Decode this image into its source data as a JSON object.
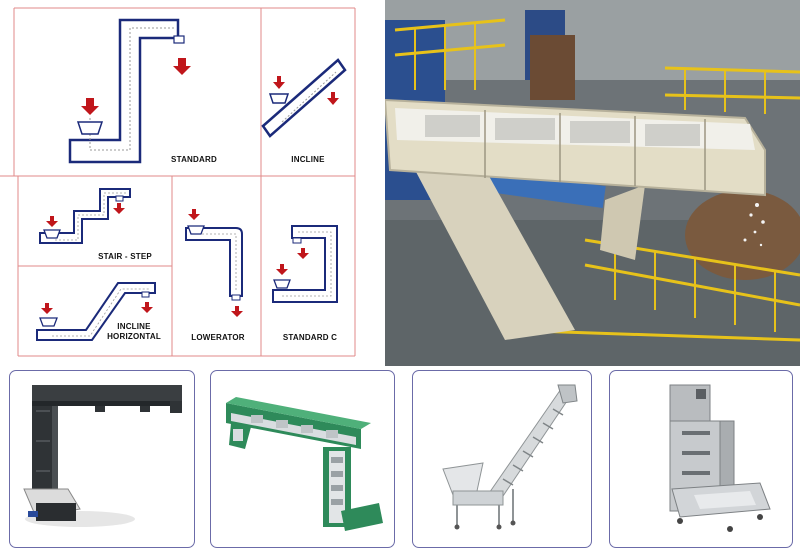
{
  "diagram": {
    "labels": {
      "standard": "STANDARD",
      "incline": "INCLINE",
      "stair_step": "STAIR - STEP",
      "incline_horizontal_1": "INCLINE",
      "incline_horizontal_2": "HORIZONTAL",
      "lowerator": "LOWERATOR",
      "standard_c": "STANDARD C"
    }
  },
  "colors": {
    "grid_line": "#e08a8a",
    "conveyor_outline": "#1b2a7a",
    "arrow": "#c0161b",
    "card_border": "#6b6ba8"
  }
}
